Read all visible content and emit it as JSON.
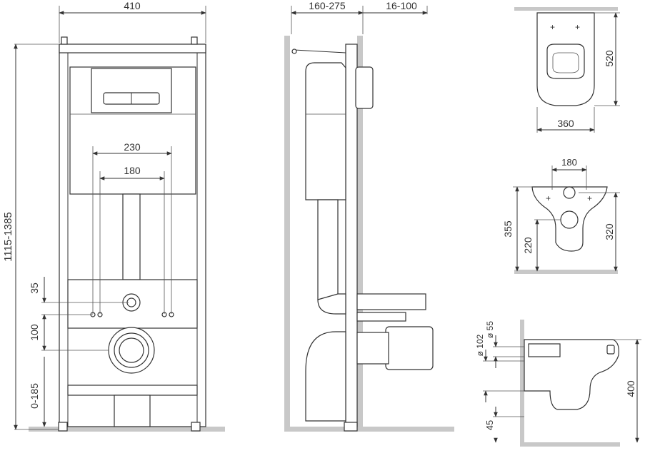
{
  "front_view": {
    "frame_width": "410",
    "install_height": "1115-1385",
    "outlet_spacing_outer": "230",
    "outlet_spacing_inner": "180",
    "dim_35": "35",
    "dim_100": "100",
    "floor_offset": "0-185"
  },
  "side_view": {
    "depth_range": "160-275",
    "wall_gap": "16-100"
  },
  "bowl_top": {
    "length": "520",
    "width": "360"
  },
  "bowl_back": {
    "hole_spacing": "180",
    "total_height": "355",
    "mid_height": "220",
    "right_height": "320"
  },
  "bowl_side": {
    "inlet_diameter": "ø 55",
    "outlet_diameter": "ø 102",
    "height": "400",
    "floor_offset": "45"
  }
}
